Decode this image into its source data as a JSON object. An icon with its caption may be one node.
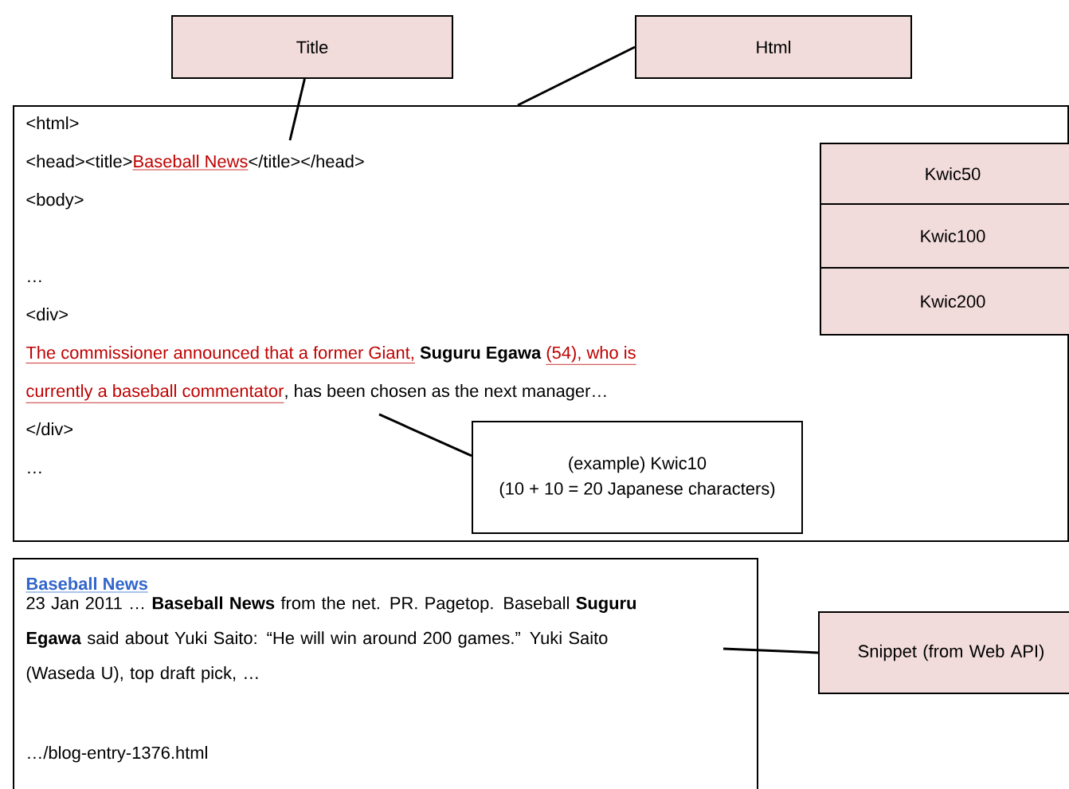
{
  "diagram": {
    "nodes": [
      {
        "text": [
          "Title"
        ]
      },
      {
        "text": [
          "Html"
        ]
      },
      {
        "text": [
          "<html>",
          "<head><title>",
          "Baseball News",
          "</title></head>",
          "<body>",
          "…",
          "<div>",
          "The commissioner announced that a former Giant,",
          "Suguru Egawa",
          "(54), who is",
          "currently a baseball commentator",
          ", has been chosen as the next manager…",
          "</div>",
          "…"
        ]
      },
      {
        "text": [
          "Kwic50"
        ]
      },
      {
        "text": [
          "Kwic100"
        ]
      },
      {
        "text": [
          "Kwic200"
        ]
      },
      {
        "text": [
          "(example) Kwic10",
          "(10 + 10 = 20 Japanese characters)"
        ],
        "in": 2
      },
      {
        "text": [
          "Baseball News",
          "23 Jan 2011 … **Baseball News** from the net. PR. Pagetop. Baseball **Suguru Egawa** said about Yuki Saito: “He will win around 200 games.” Yuki Saito (Waseda U), top draft pick, …",
          "…/blog-entry-1376.html"
        ]
      },
      {
        "text": [
          "Snippet (from Web API)"
        ]
      }
    ],
    "edges": [
      {
        "from": 0,
        "to": null,
        "arrow": "none"
      },
      {
        "from": 1,
        "to": 2,
        "arrow": "none"
      },
      {
        "from": 6,
        "to": null,
        "arrow": "none"
      },
      {
        "from": 8,
        "to": 7,
        "arrow": "none"
      }
    ]
  }
}
